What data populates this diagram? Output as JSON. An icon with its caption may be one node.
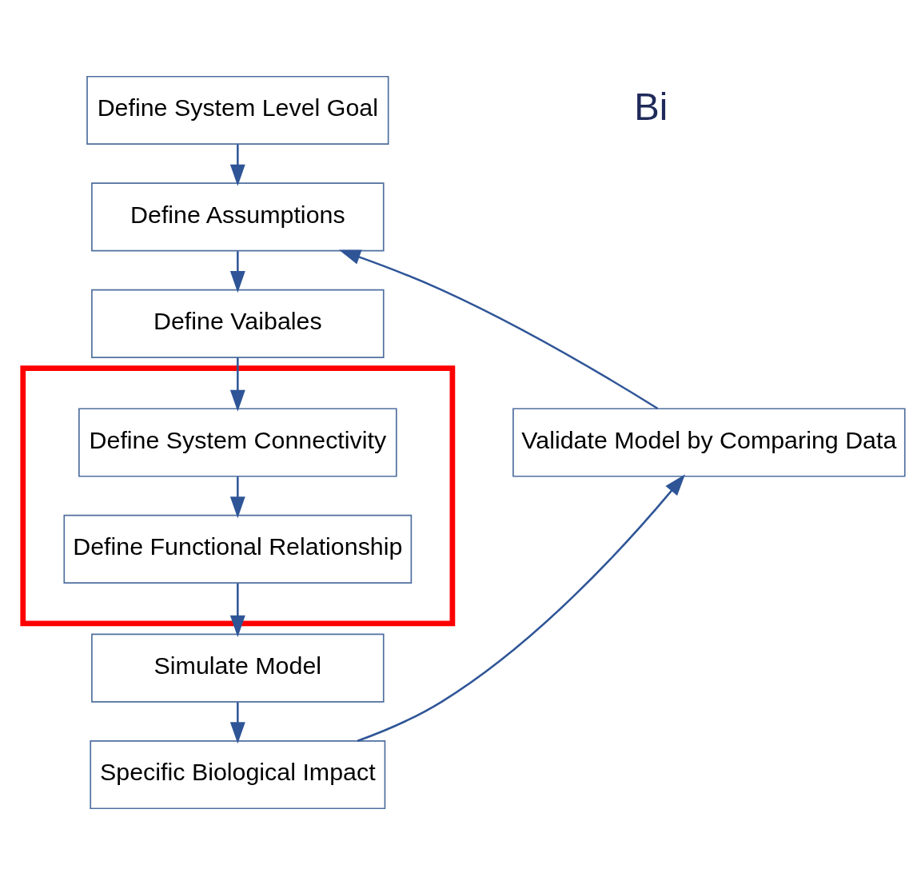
{
  "diagram": {
    "nodes": [
      {
        "text": [
          "Define System Level Goal"
        ]
      },
      {
        "text": [
          "Define Assumptions"
        ]
      },
      {
        "text": [
          "Define Vaibales"
        ]
      },
      {
        "text": [],
        "shape": "box"
      },
      {
        "text": [
          "Define System Connectivity"
        ],
        "in": 3
      },
      {
        "text": [
          "Define Functional Relationship"
        ],
        "in": 3
      },
      {
        "text": [
          "Simulate Model"
        ]
      },
      {
        "text": [
          "Specific Biological Impact"
        ]
      },
      {
        "text": [
          "Validate Model by Comparing Data"
        ]
      }
    ],
    "edges": [
      {
        "from": 0,
        "to": 1,
        "arrow": "to"
      },
      {
        "from": 1,
        "to": 2,
        "arrow": "to"
      },
      {
        "from": 2,
        "to": 4,
        "arrow": "to"
      },
      {
        "from": 4,
        "to": 5,
        "arrow": "to"
      },
      {
        "from": 5,
        "to": 6,
        "arrow": "to"
      },
      {
        "from": 6,
        "to": 7,
        "arrow": "to"
      },
      {
        "from": 7,
        "to": 8,
        "arrow": "to"
      },
      {
        "from": 8,
        "to": 1,
        "arrow": "to"
      }
    ],
    "labels": [
      "Bi"
    ]
  }
}
